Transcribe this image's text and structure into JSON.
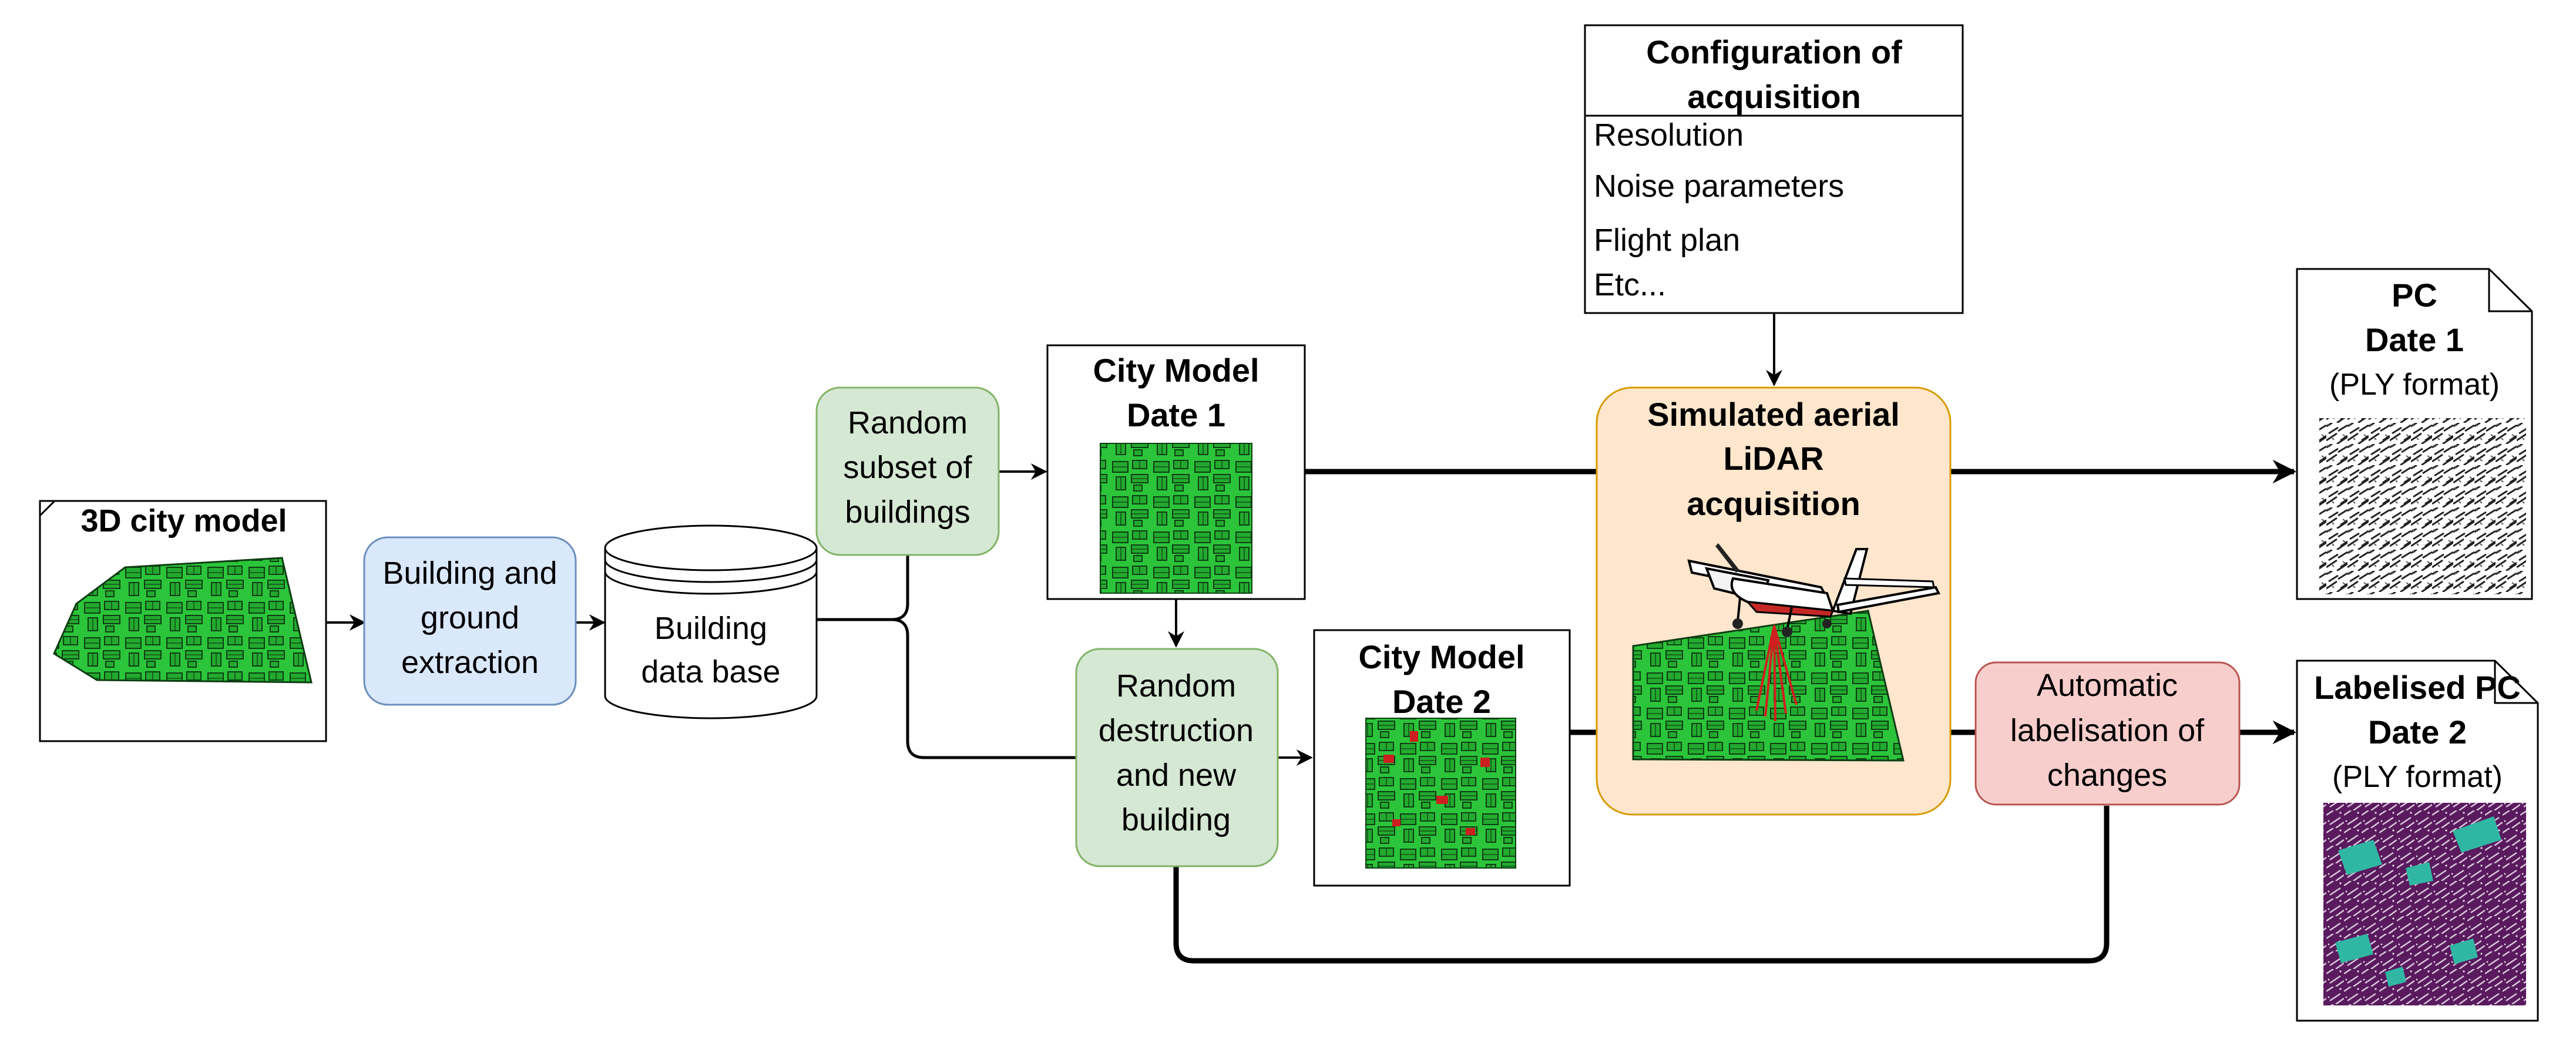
{
  "diagram": {
    "source": {
      "title": "3D city model"
    },
    "extraction": {
      "lines": [
        "Building and",
        "ground",
        "extraction"
      ]
    },
    "database": {
      "lines": [
        "Building",
        "data base"
      ]
    },
    "random_subset": {
      "lines": [
        "Random",
        "subset of",
        "buildings"
      ]
    },
    "city_model_date1": {
      "lines": [
        "City Model",
        "Date 1"
      ]
    },
    "random_destruction": {
      "lines": [
        "Random",
        "destruction",
        "and new",
        "building"
      ]
    },
    "city_model_date2": {
      "lines": [
        "City Model",
        "Date 2"
      ]
    },
    "configuration": {
      "title_lines": [
        "Configuration of",
        "acquisition"
      ],
      "items": [
        "Resolution",
        "Noise parameters",
        "Flight plan",
        "Etc..."
      ]
    },
    "simulation": {
      "lines": [
        "Simulated aerial",
        "LiDAR",
        "acquisition"
      ]
    },
    "labelisation": {
      "lines": [
        "Automatic",
        "labelisation of",
        "changes"
      ]
    },
    "pc_date1": {
      "title_lines": [
        "PC",
        "Date 1"
      ],
      "format": "(PLY format)"
    },
    "pc_date2": {
      "title_lines": [
        "Labelised PC",
        "Date 2"
      ],
      "format": "(PLY format)"
    }
  },
  "colors": {
    "blue_fill": "#dae8fc",
    "blue_stroke": "#6c8ebf",
    "green_fill": "#d5e8d4",
    "green_stroke": "#82b366",
    "orange_fill": "#ffe6cc",
    "orange_stroke": "#d79b00",
    "red_fill": "#f8cecc",
    "red_stroke": "#b85450",
    "model_green": "#2bc43a",
    "change_red": "#cc1f1f",
    "pc_purple": "#5a1a5e",
    "pc_teal": "#2fb7a3"
  },
  "icons": [
    "aircraft-icon",
    "city-model-thumbnail-icon",
    "point-cloud-thumbnail-icon"
  ]
}
